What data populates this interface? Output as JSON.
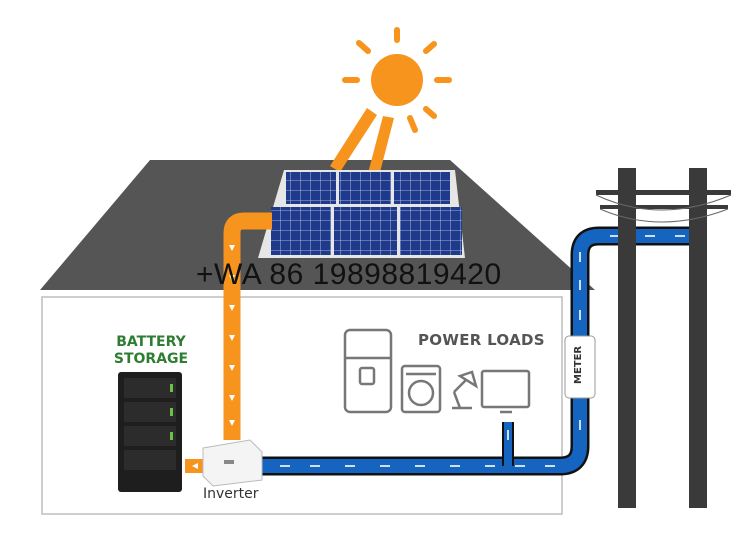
{
  "labels": {
    "battery_line1": "BATTERY",
    "battery_line2": "STORAGE",
    "power_loads": "POWER LOADS",
    "inverter": "Inverter",
    "meter": "METER",
    "watermark": "+WA 86  19898819420"
  },
  "colors": {
    "solar_flow": "#f7941d",
    "grid_flow": "#1565c0",
    "sun": "#f7941d",
    "roof": "#555555",
    "battery_text": "#2e7d32",
    "panel": "#1c2f6e"
  },
  "icons": [
    "sun-icon",
    "solar-panel-icon",
    "battery-cabinet-icon",
    "inverter-icon",
    "fridge-icon",
    "washing-machine-icon",
    "desk-lamp-icon",
    "tv-icon",
    "meter-icon",
    "utility-pole-icon"
  ]
}
